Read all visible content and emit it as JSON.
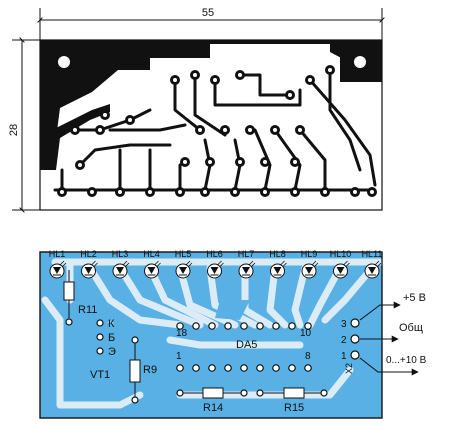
{
  "dimensions": {
    "width": "55",
    "height": "28"
  },
  "leds": [
    "HL1",
    "HL2",
    "HL3",
    "HL4",
    "HL5",
    "HL6",
    "HL7",
    "HL8",
    "HL9",
    "HL10",
    "HL11"
  ],
  "components": {
    "r11": "R11",
    "vt1": "VT1",
    "r9": "R9",
    "r14": "R14",
    "r15": "R15",
    "da5": "DA5",
    "x2": "X2"
  },
  "transistor_pins": {
    "k": "К",
    "b": "Б",
    "e": "Э"
  },
  "ic_pins": {
    "p1": "1",
    "p8": "8",
    "p10": "10",
    "p18": "18"
  },
  "connector": {
    "pins": [
      "3",
      "2",
      "1"
    ],
    "labels": [
      "+5 В",
      "Общ",
      "0...+10 В"
    ]
  },
  "colors": {
    "copper": "#111111",
    "board_blue": "#58b0e4",
    "light_blue": "#dcecf7"
  }
}
